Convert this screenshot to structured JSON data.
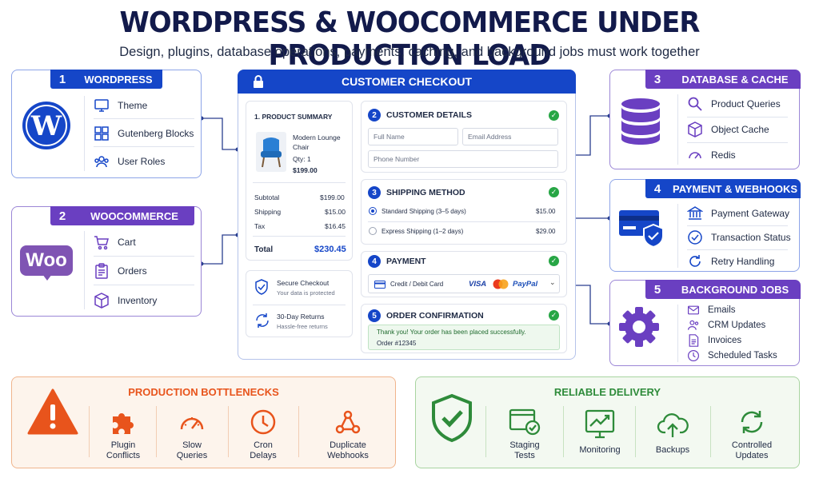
{
  "title": "WORDPRESS & WOOCOMMERCE UNDER PRODUCTION LOAD",
  "subtitle": "Design, plugins, database operations, payments, caching, and background jobs must work together",
  "colors": {
    "blue": "#1546c8",
    "purple": "#6a3fc1",
    "orange": "#e8541c",
    "green": "#2e8b3a",
    "success": "#27a645"
  },
  "wordpress": {
    "num": "1",
    "title": "WORDPRESS",
    "items": [
      "Theme",
      "Gutenberg Blocks",
      "User Roles"
    ]
  },
  "woocommerce": {
    "num": "2",
    "title": "WOOCOMMERCE",
    "logo": "Woo",
    "items": [
      "Cart",
      "Orders",
      "Inventory"
    ]
  },
  "database": {
    "num": "3",
    "title": "DATABASE & CACHE",
    "items": [
      "Product Queries",
      "Object Cache",
      "Redis"
    ]
  },
  "payment": {
    "num": "4",
    "title": "PAYMENT & WEBHOOKS",
    "items": [
      "Payment Gateway",
      "Transaction Status",
      "Retry Handling"
    ]
  },
  "jobs": {
    "num": "5",
    "title": "BACKGROUND JOBS",
    "items": [
      "Emails",
      "CRM Updates",
      "Invoices",
      "Scheduled Tasks"
    ]
  },
  "checkout": {
    "title": "CUSTOMER CHECKOUT",
    "summary": {
      "title": "1.  PRODUCT SUMMARY",
      "product_name_1": "Modern Lounge",
      "product_name_2": "Chair",
      "qty": "Qty: 1",
      "price": "$199.00",
      "subtotal_label": "Subtotal",
      "subtotal": "$199.00",
      "shipping_label": "Shipping",
      "shipping": "$15.00",
      "tax_label": "Tax",
      "tax": "$16.45",
      "total_label": "Total",
      "total": "$230.45"
    },
    "secure": {
      "title": "Secure Checkout",
      "sub": "Your data is protected"
    },
    "returns": {
      "title": "30-Day Returns",
      "sub": "Hassle-free returns"
    },
    "details": {
      "num": "2",
      "title": "CUSTOMER DETAILS",
      "full_name": "Full Name",
      "email": "Email Address",
      "phone": "Phone Number"
    },
    "shipping": {
      "num": "3",
      "title": "SHIPPING METHOD",
      "standard": "Standard Shipping (3–5 days)",
      "standard_price": "$15.00",
      "express": "Express Shipping (1–2 days)",
      "express_price": "$29.00"
    },
    "payment": {
      "num": "4",
      "title": "PAYMENT",
      "method": "Credit / Debit Card",
      "visa": "VISA",
      "paypal": "PayPal"
    },
    "confirmation": {
      "num": "5",
      "title": "ORDER CONFIRMATION",
      "message": "Thank you! Your order has been placed successfully.",
      "order": "Order #12345"
    }
  },
  "bottlenecks": {
    "title": "PRODUCTION BOTTLENECKS",
    "items": [
      [
        "Plugin",
        "Conflicts"
      ],
      [
        "Slow",
        "Queries"
      ],
      [
        "Cron",
        "Delays"
      ],
      [
        "Duplicate",
        "Webhooks"
      ]
    ]
  },
  "delivery": {
    "title": "RELIABLE DELIVERY",
    "items": [
      [
        "Staging",
        "Tests"
      ],
      [
        "Monitoring",
        ""
      ],
      [
        "Backups",
        ""
      ],
      [
        "Controlled",
        "Updates"
      ]
    ]
  }
}
